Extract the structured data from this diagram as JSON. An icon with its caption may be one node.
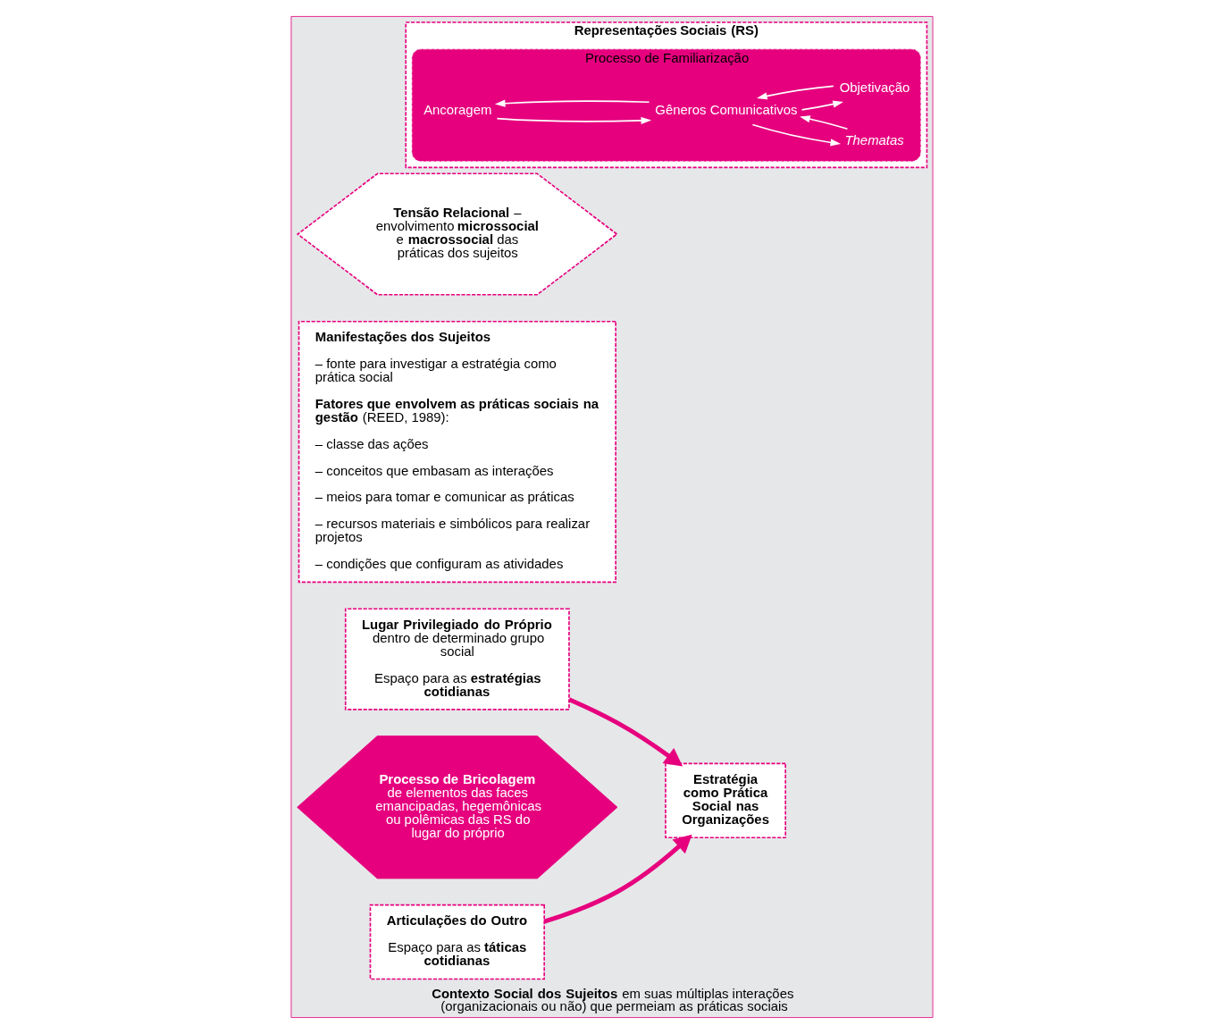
{
  "diagram": {
    "nodes": [
      {
        "text": [
          "**Contexto Social dos Sujeitos** em suas múltiplas interações (organizacionais ou não) que permeiam as práticas sociais"
        ]
      },
      {
        "text": [
          "Representações Sociais (RS)"
        ],
        "in": 0
      },
      {
        "text": [
          "Processo de Familiarização"
        ],
        "in": 1
      },
      {
        "text": [
          "Ancoragem"
        ],
        "in": 2
      },
      {
        "text": [
          "Thematas"
        ],
        "in": 2
      },
      {
        "text": [
          "Gêneros Comunicativos"
        ],
        "in": 2
      },
      {
        "text": [
          "Objetivação"
        ],
        "in": 2
      },
      {
        "text": [
          "**Tensão Relacional** – envolvimento **microssocial** e **macrossocial** das práticas dos sujeitos"
        ],
        "in": 0
      },
      {
        "text": [
          "Manifestações dos Sujeitos",
          "– fonte para investigar a estratégia como prática social",
          "**Fatores que envolvem as práticas sociais na gestão** (REED, 1989):",
          "– classe das ações",
          "– conceitos que embasam as interações",
          "– meios para tomar e comunicar as práticas",
          "– recursos materiais e simbólicos para realizar projetos",
          "– condições que configuram as atividades"
        ],
        "in": 0
      },
      {
        "text": [
          "**Lugar Privilegiado do Próprio** dentro de determinado grupo social",
          "Espaço para as **estratégias cotidianas**"
        ],
        "in": 0
      },
      {
        "text": [
          "**Processo de Bricolagem** de elementos das faces emancipadas, hegemônicas ou polêmicas das RS do lugar do próprio"
        ],
        "in": 0
      },
      {
        "text": [
          "Articulações do Outro",
          "Espaço para as **táticas cotidianas**"
        ],
        "in": 0
      },
      {
        "text": [
          "Estratégia como Prática Social nas Organizações"
        ],
        "in": 0
      }
    ],
    "edges": [
      {
        "from": 3,
        "to": 5,
        "arrow": "to"
      },
      {
        "from": 5,
        "to": 3,
        "arrow": "to"
      },
      {
        "from": 5,
        "to": 4,
        "arrow": "to"
      },
      {
        "from": 4,
        "to": 5,
        "arrow": "to"
      },
      {
        "from": 6,
        "to": 5,
        "arrow": "to"
      },
      {
        "from": 5,
        "to": 6,
        "arrow": "to"
      },
      {
        "from": 9,
        "to": 12,
        "arrow": "to",
        "style": "thick",
        "color": "#e6007e"
      },
      {
        "from": 11,
        "to": 12,
        "arrow": "to",
        "style": "thick",
        "color": "#e6007e"
      }
    ]
  }
}
